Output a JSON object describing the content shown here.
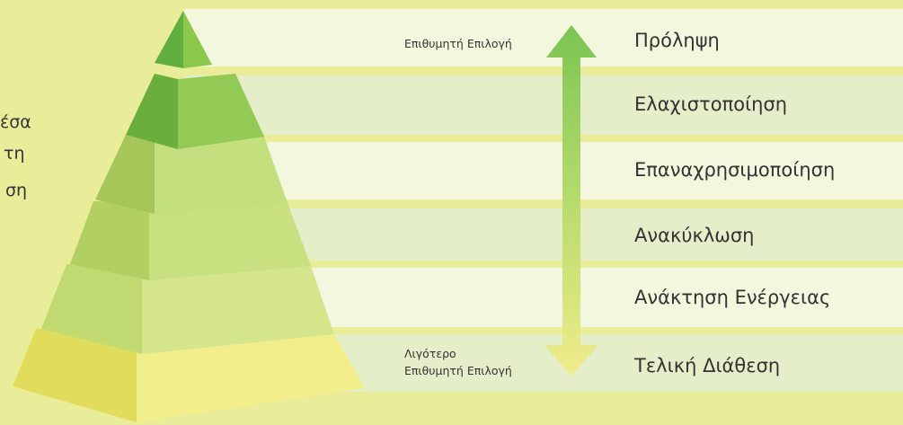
{
  "side_text": [
    "έσα",
    "τη",
    "ση"
  ],
  "top_note": "Επιθυμητή Επιλογή",
  "bottom_note": [
    "Λιγότερο",
    "Επιθυμητή Επιλογή"
  ],
  "tiers": [
    {
      "label": "Πρόληψη"
    },
    {
      "label": "Ελαχιστοποίηση"
    },
    {
      "label": "Επαναχρησιμοποίηση"
    },
    {
      "label": "Ανακύκλωση"
    },
    {
      "label": "Ανάκτηση Ενέργειας"
    },
    {
      "label": "Τελική Διάθεση"
    }
  ],
  "colors": {
    "background": "#e9ed9a",
    "band_light": "#f3f7dd",
    "band_dark": "#e4eec9",
    "arrow_top": "#7bc453",
    "arrow_bottom": "#f0ec8c",
    "tier_front": [
      "#8cc84b",
      "#93c955",
      "#c4df7e",
      "#c8e07f",
      "#d4e58c",
      "#f2ee8c"
    ],
    "tier_side": [
      "#5fae3e",
      "#6cae3d",
      "#a6c65a",
      "#b2d061",
      "#c0d970",
      "#e2dc5c"
    ]
  }
}
